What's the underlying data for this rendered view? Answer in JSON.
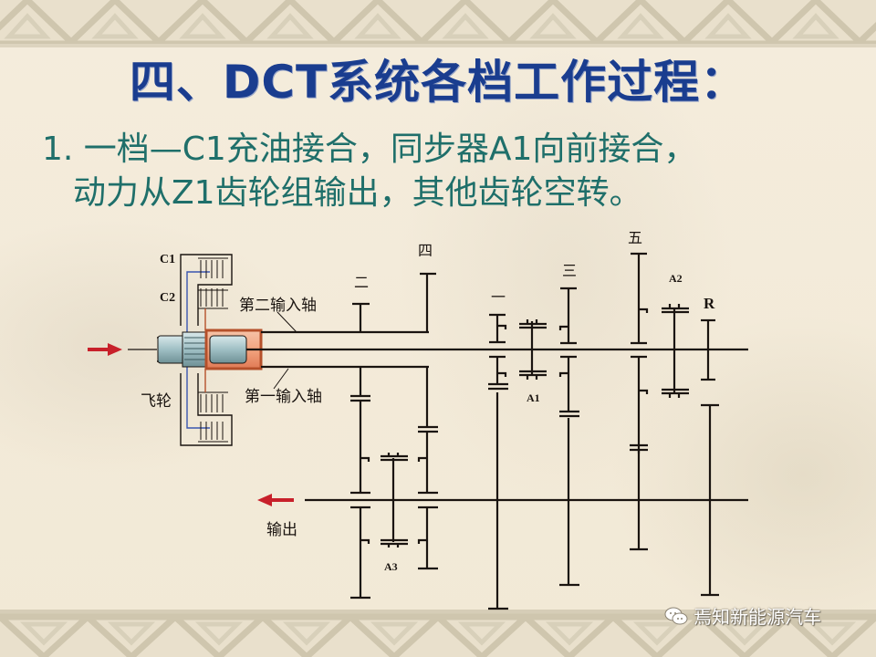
{
  "slide": {
    "title": "四、DCT系统各档工作过程：",
    "description_line1": "1. 一档—C1充油接合，同步器A1向前接合，",
    "description_line2": "动力从Z1齿轮组输出，其他齿轮空转。"
  },
  "diagram": {
    "labels": {
      "clutch1": "C1",
      "clutch2": "C2",
      "flywheel": "飞轮",
      "second_input_shaft": "第二输入轴",
      "first_input_shaft": "第一输入轴",
      "output": "输出",
      "gear_2": "二",
      "gear_4": "四",
      "gear_1": "一",
      "gear_3": "三",
      "gear_5": "五",
      "gear_r": "R",
      "sync_a1": "A1",
      "sync_a2": "A2",
      "sync_a3": "A3"
    },
    "colors": {
      "line": "#1a1410",
      "input_arrow": "#c8202a",
      "output_arrow": "#c8202a",
      "clutch_blue": "#3a56b0",
      "hub_copper": "#b5502a",
      "shaft_steel": "#a9c7cc"
    }
  },
  "watermark": {
    "icon": "wechat-icon",
    "text": "焉知新能源汽车"
  },
  "colors": {
    "title": "#1a3d8f",
    "subtitle": "#1f6f6a",
    "background": "#f3ead8",
    "border_pattern": "#d2c9b3"
  }
}
